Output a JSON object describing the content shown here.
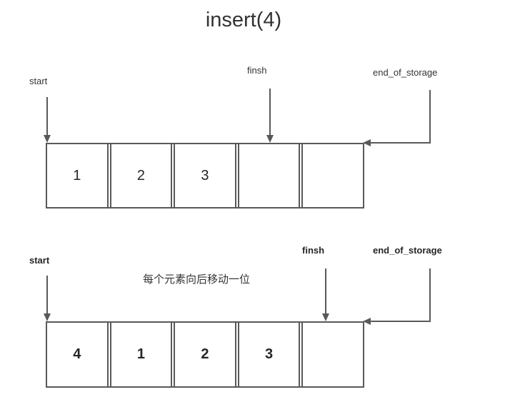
{
  "title": "insert(4)",
  "colors": {
    "line": "#595959",
    "title_text": "#333333",
    "label_text": "#333333",
    "value_text": "#262626"
  },
  "before": {
    "labels": {
      "start": "start",
      "finish": "finsh",
      "end_of_storage": "end_of_storage"
    },
    "cells": [
      "1",
      "2",
      "3",
      "",
      ""
    ]
  },
  "after": {
    "labels": {
      "start": "start",
      "finish": "finsh",
      "end_of_storage": "end_of_storage"
    },
    "annotation": "每个元素向后移动一位",
    "cells": [
      "4",
      "1",
      "2",
      "3",
      ""
    ]
  }
}
